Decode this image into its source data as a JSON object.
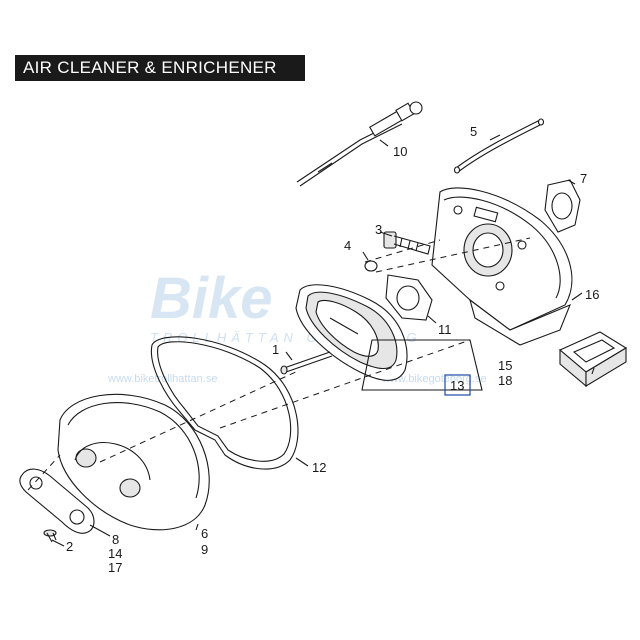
{
  "title": "AIR CLEANER & ENRICHENER",
  "callouts": {
    "c1": "1",
    "c2": "2",
    "c3": "3",
    "c4": "4",
    "c5": "5",
    "c7": "7",
    "c10": "10",
    "c11": "11",
    "c12": "12",
    "c13": "13",
    "c16": "16",
    "c6_9": [
      "6",
      "9"
    ],
    "c8_14_17": [
      "8",
      "14",
      "17"
    ],
    "c15_18": [
      "15",
      "18"
    ]
  },
  "watermark": {
    "logo": "Bike",
    "subtitle": "TROLLHÄTTAN   GÖTEBORG",
    "url_left": "www.biketrollhattan.se",
    "url_right": "www.bikegoteborg.se"
  },
  "colors": {
    "watermark": "#b9d3ec",
    "ink": "#1a1a1a",
    "title_bg": "#1a1a1a"
  }
}
